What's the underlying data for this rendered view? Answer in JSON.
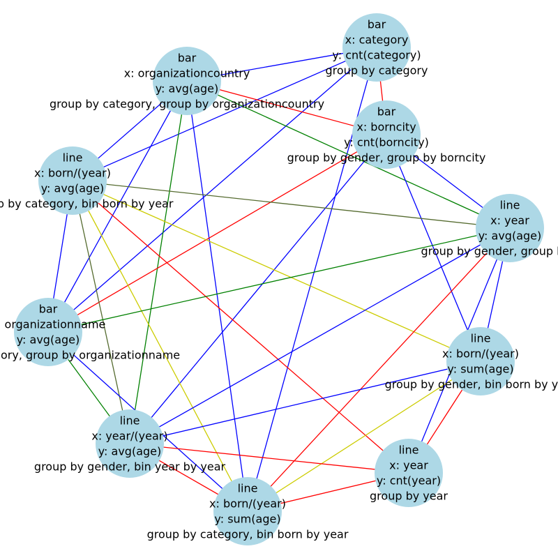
{
  "graph": {
    "node_color": "#add8e6",
    "nodes": [
      {
        "id": "n0",
        "lines": [
          "bar",
          "x: category",
          "y: cnt(category)",
          "group by category"
        ]
      },
      {
        "id": "n1",
        "lines": [
          "bar",
          "x: organizationcountry",
          "y: avg(age)",
          "group by category, group by organizationcountry"
        ]
      },
      {
        "id": "n2",
        "lines": [
          "bar",
          "x: borncity",
          "y: cnt(borncity)",
          "group by gender, group by borncity"
        ]
      },
      {
        "id": "n3",
        "lines": [
          "line",
          "x: born/(year)",
          "y: avg(age)",
          "group by category, bin born by year"
        ]
      },
      {
        "id": "n4",
        "lines": [
          "line",
          "x: year",
          "y: avg(age)",
          "group by gender, group by year"
        ]
      },
      {
        "id": "n5",
        "lines": [
          "bar",
          "x: organizationname",
          "y: avg(age)",
          "group by category, group by organizationname"
        ]
      },
      {
        "id": "n6",
        "lines": [
          "line",
          "x: born/(year)",
          "y: sum(age)",
          "group by gender, bin born by year"
        ]
      },
      {
        "id": "n7",
        "lines": [
          "line",
          "x: year/(year)",
          "y: avg(age)",
          "group by gender, bin year by year"
        ]
      },
      {
        "id": "n8",
        "lines": [
          "line",
          "x: year",
          "y: cnt(year)",
          "group by year"
        ]
      },
      {
        "id": "n9",
        "lines": [
          "line",
          "x: born/(year)",
          "y: sum(age)",
          "group by category, bin born by year"
        ]
      }
    ],
    "edges": [
      {
        "source": "n0",
        "target": "n1",
        "color": "#0000ff"
      },
      {
        "source": "n0",
        "target": "n2",
        "color": "#ff0000"
      },
      {
        "source": "n0",
        "target": "n3",
        "color": "#0000ff"
      },
      {
        "source": "n0",
        "target": "n5",
        "color": "#0000ff"
      },
      {
        "source": "n0",
        "target": "n9",
        "color": "#0000ff"
      },
      {
        "source": "n1",
        "target": "n2",
        "color": "#ff0000"
      },
      {
        "source": "n1",
        "target": "n3",
        "color": "#0000ff"
      },
      {
        "source": "n1",
        "target": "n4",
        "color": "#008000"
      },
      {
        "source": "n1",
        "target": "n5",
        "color": "#0000ff"
      },
      {
        "source": "n1",
        "target": "n7",
        "color": "#008000"
      },
      {
        "source": "n1",
        "target": "n9",
        "color": "#0000ff"
      },
      {
        "source": "n2",
        "target": "n4",
        "color": "#0000ff"
      },
      {
        "source": "n2",
        "target": "n5",
        "color": "#ff0000"
      },
      {
        "source": "n2",
        "target": "n6",
        "color": "#0000ff"
      },
      {
        "source": "n2",
        "target": "n7",
        "color": "#0000ff"
      },
      {
        "source": "n3",
        "target": "n4",
        "color": "#556b2f"
      },
      {
        "source": "n3",
        "target": "n5",
        "color": "#0000ff"
      },
      {
        "source": "n3",
        "target": "n6",
        "color": "#cccc00"
      },
      {
        "source": "n3",
        "target": "n7",
        "color": "#556b2f"
      },
      {
        "source": "n3",
        "target": "n8",
        "color": "#ff0000"
      },
      {
        "source": "n3",
        "target": "n9",
        "color": "#cccc00"
      },
      {
        "source": "n4",
        "target": "n5",
        "color": "#008000"
      },
      {
        "source": "n4",
        "target": "n6",
        "color": "#0000ff"
      },
      {
        "source": "n4",
        "target": "n7",
        "color": "#0000ff"
      },
      {
        "source": "n4",
        "target": "n8",
        "color": "#0000ff"
      },
      {
        "source": "n4",
        "target": "n9",
        "color": "#ff0000"
      },
      {
        "source": "n5",
        "target": "n7",
        "color": "#008000"
      },
      {
        "source": "n5",
        "target": "n9",
        "color": "#0000ff"
      },
      {
        "source": "n6",
        "target": "n7",
        "color": "#0000ff"
      },
      {
        "source": "n6",
        "target": "n8",
        "color": "#ff0000"
      },
      {
        "source": "n6",
        "target": "n9",
        "color": "#cccc00"
      },
      {
        "source": "n7",
        "target": "n8",
        "color": "#ff0000"
      },
      {
        "source": "n7",
        "target": "n9",
        "color": "#ff0000"
      },
      {
        "source": "n8",
        "target": "n9",
        "color": "#ff0000"
      }
    ]
  }
}
